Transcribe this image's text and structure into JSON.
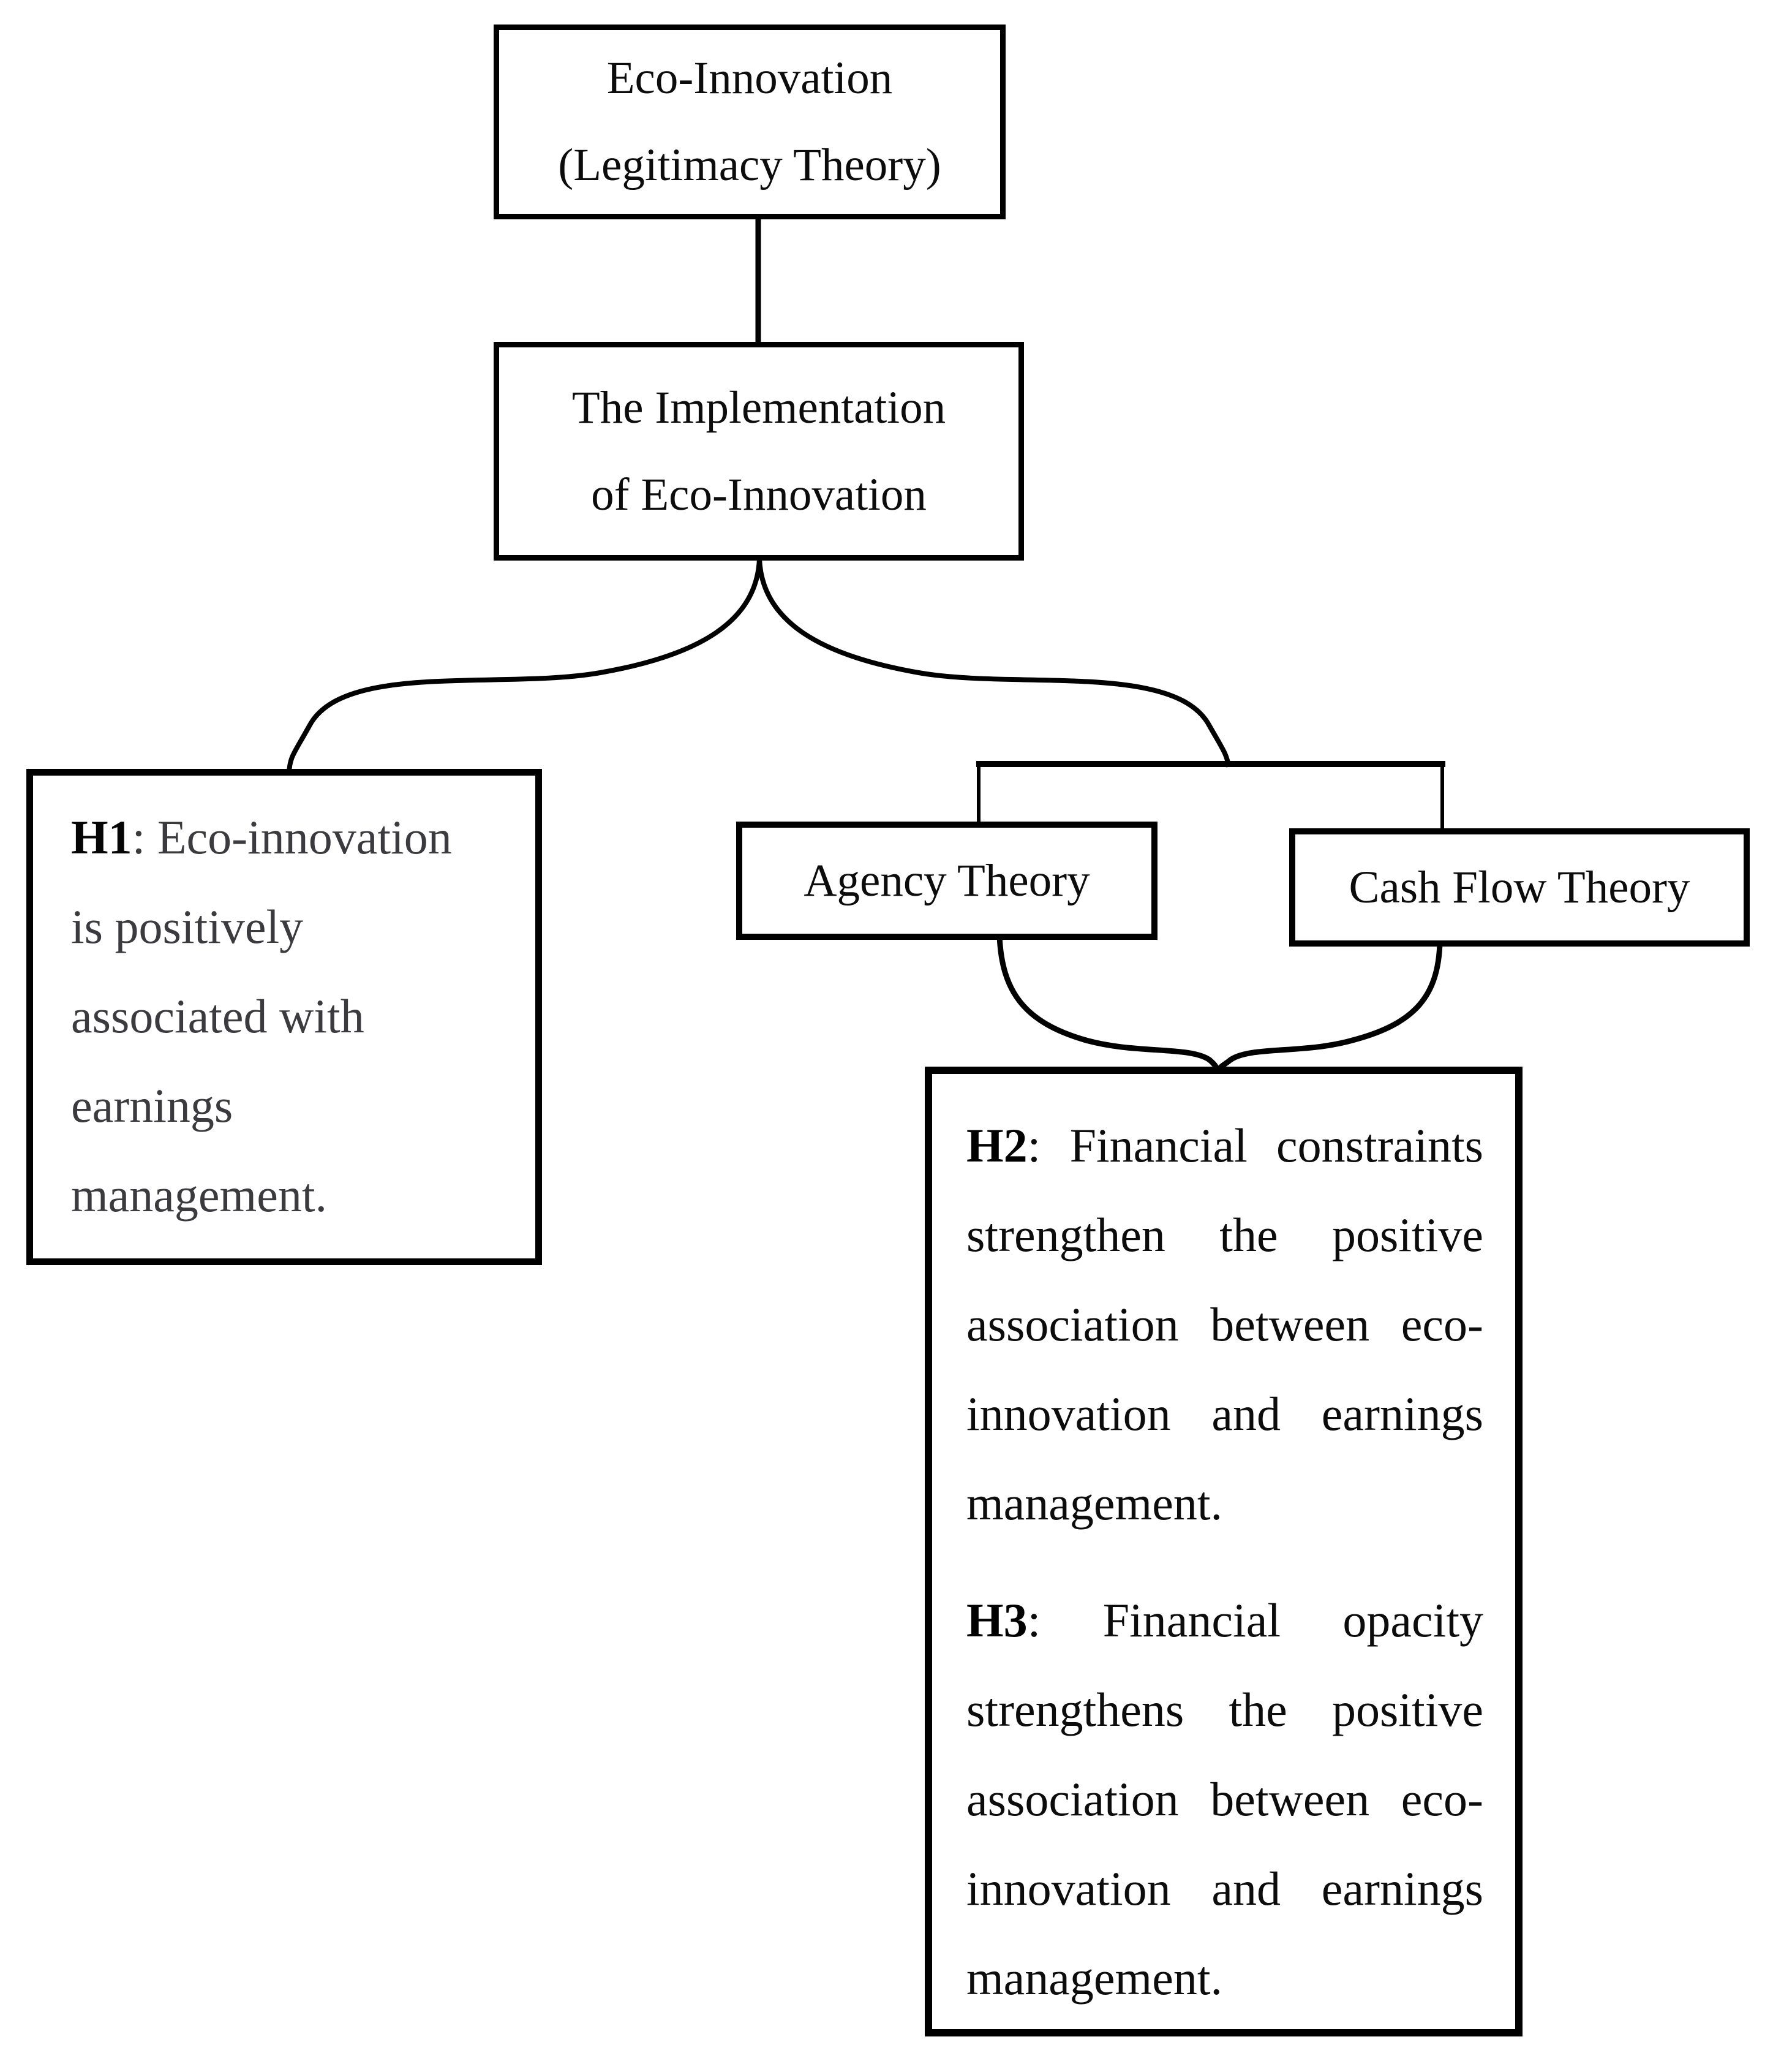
{
  "colors": {
    "border": "#000000",
    "text_black": "#0c0c0c",
    "text_gray": "#3b3b3f",
    "background": "#ffffff"
  },
  "boxes": {
    "legitimacy": {
      "line1": "Eco-Innovation",
      "line2": "(Legitimacy Theory)"
    },
    "implementation": {
      "line1": "The Implementation",
      "line2": "of Eco-Innovation"
    },
    "agency": {
      "label": "Agency Theory"
    },
    "cashflow": {
      "label": "Cash Flow Theory"
    },
    "h1": {
      "label": "H1",
      "lines": [
        ": Eco-innovation",
        "is positively",
        "associated with",
        "earnings",
        "management."
      ]
    },
    "h2": {
      "label": "H2",
      "lines": [
        ": Financial constraints",
        "strengthen the positive",
        "association between eco-",
        "innovation and earnings",
        "management."
      ]
    },
    "h3": {
      "label": "H3",
      "lines": [
        ": Financial opacity",
        "strengthens the positive",
        "association between eco-",
        "innovation and earnings",
        "management."
      ]
    }
  }
}
